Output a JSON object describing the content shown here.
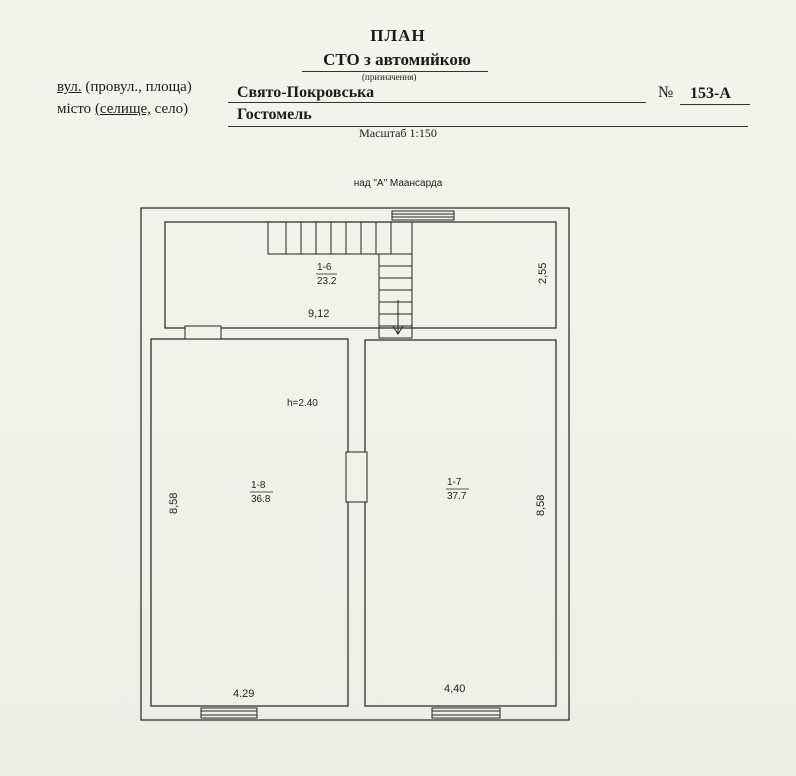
{
  "header": {
    "title": "ПЛАН",
    "purpose": "СТО  з автомийкою",
    "purpose_caption": "(призначення)",
    "street_label_1": "вул.",
    "street_label_2": " (провул., площа)",
    "street_value": "Свято-Покровська",
    "number_sign": "№",
    "number_value": "153-А",
    "city_label_1": "місто ",
    "city_label_2": "(селище,",
    "city_label_3": " село)",
    "city_value": "Гостомель",
    "scale": "Масштаб 1:150"
  },
  "plan": {
    "subtitle": "над \"А\" Маансарда",
    "rooms": [
      {
        "id": "1-6",
        "area": "23.2"
      },
      {
        "id": "1-8",
        "area": "36.8"
      },
      {
        "id": "1-7",
        "area": "37.7"
      }
    ],
    "dims": {
      "top_width": "9,12",
      "top_height": "2,55",
      "left_height": "8,58",
      "right_height": "8,58",
      "left_width": "4.29",
      "right_width": "4,40",
      "ceiling": "h=2.40"
    }
  }
}
